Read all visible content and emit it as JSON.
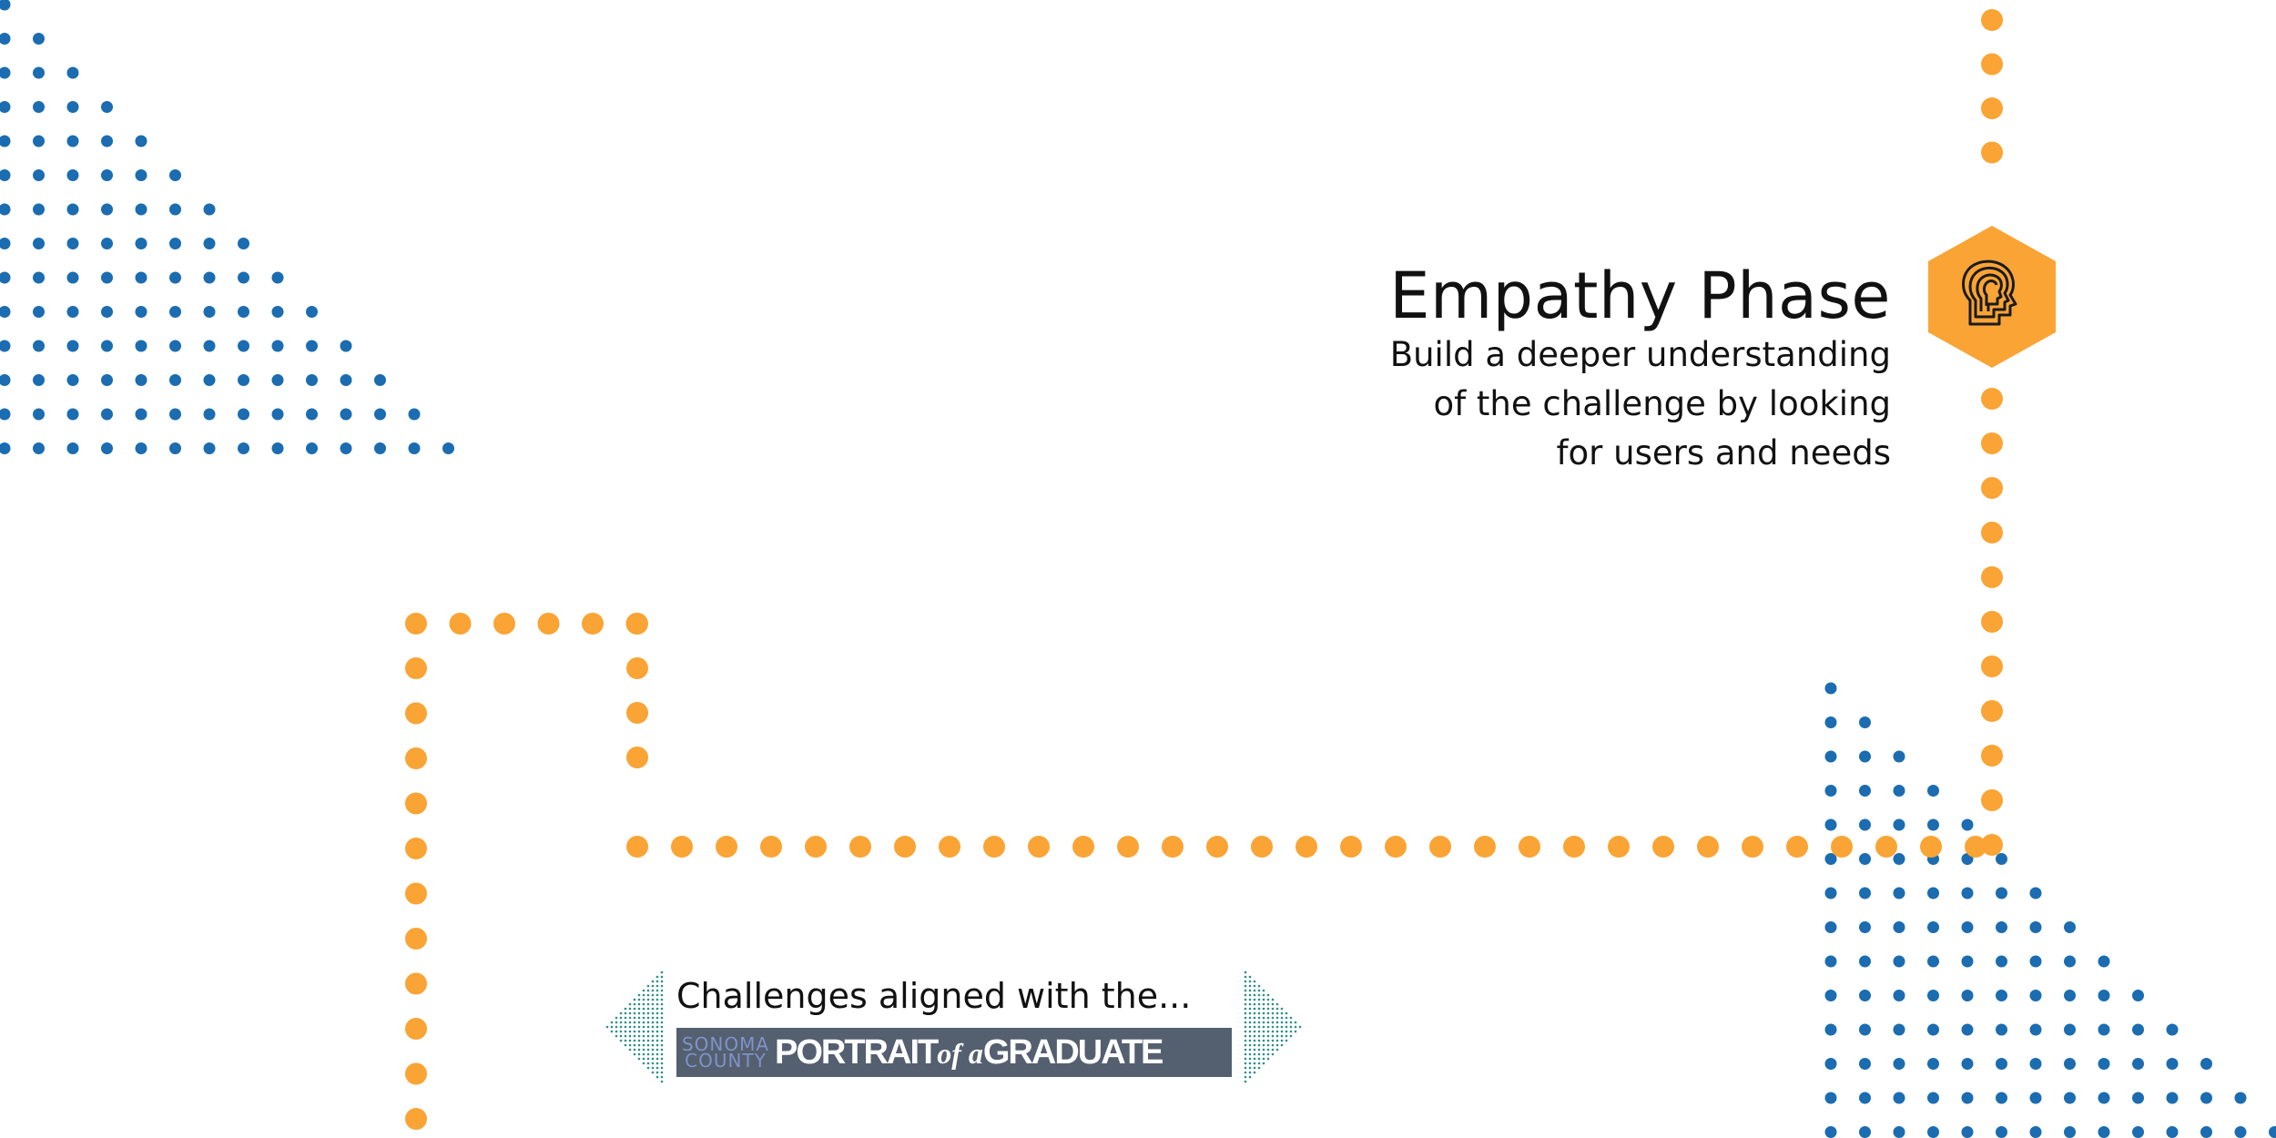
{
  "phase": {
    "title": "Empathy Phase",
    "subtitle_lines": [
      "Build a deeper understanding",
      "of the challenge by looking",
      "for users and needs"
    ],
    "icon": "head-profile-icon"
  },
  "portrait": {
    "label": "Challenges aligned with the...",
    "logo_county": "SONOMA COUNTY",
    "logo_text_pre": "PORTRAIT",
    "logo_text_of": "of a",
    "logo_text_post": "GRADUATE"
  },
  "colors": {
    "orange": "#f9a435",
    "blue": "#1b6cb0",
    "banner": "#545f70",
    "teal_pattern": "#2b8f8a"
  }
}
